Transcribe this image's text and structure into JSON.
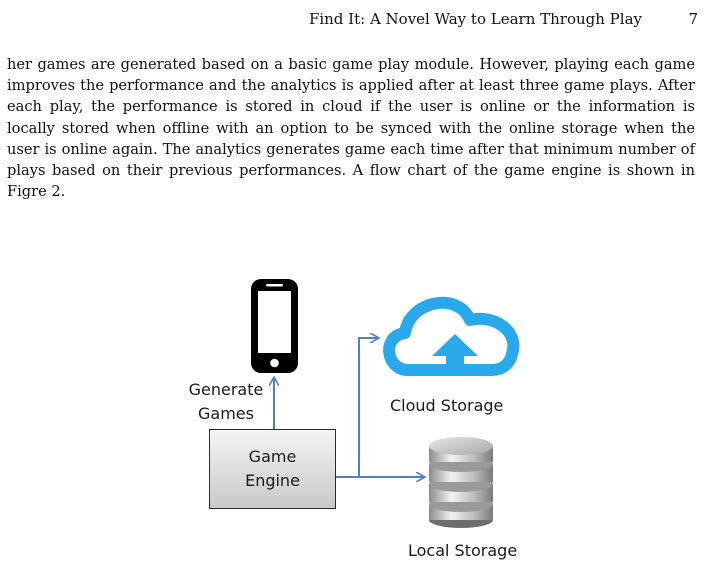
{
  "header": {
    "running_title": "Find It: A Novel Way to Learn Through Play",
    "page_number": "7"
  },
  "body": {
    "paragraph": "her games are generated based on a basic game play module. However, playing each game improves the performance and the analytics is applied after at least three game plays. After each play, the performance is stored in cloud if the user is online or the information is locally stored when offline with an option to be synced with the online storage when the user is online again. The analytics generates game each time after that minimum number of plays based on their previous performances. A flow chart of the game engine is shown in Figre 2."
  },
  "figure": {
    "generate_line1": "Generate",
    "generate_line2": "Games",
    "engine_line1": "Game",
    "engine_line2": "Engine",
    "cloud_label": "Cloud Storage",
    "local_label": "Local Storage",
    "colors": {
      "arrow": "#4f81bd",
      "cloud": "#29a9ec",
      "phone": "#000000"
    },
    "icons": [
      "smartphone-icon",
      "cloud-upload-icon",
      "database-icon"
    ]
  }
}
